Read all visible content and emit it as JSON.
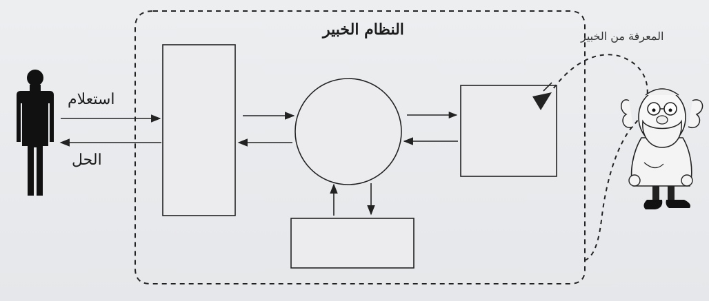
{
  "labels": {
    "title": "النظام الخبير",
    "expert_knowledge": "المعرفة من الخبير",
    "query": "استعلام",
    "solution": "الحل"
  },
  "colors": {
    "line": "#222222",
    "background": "#e9eaec",
    "box_fill": "#ececee"
  },
  "icons": {
    "user": "person-silhouette-icon",
    "expert": "bearded-expert-cartoon-icon"
  }
}
